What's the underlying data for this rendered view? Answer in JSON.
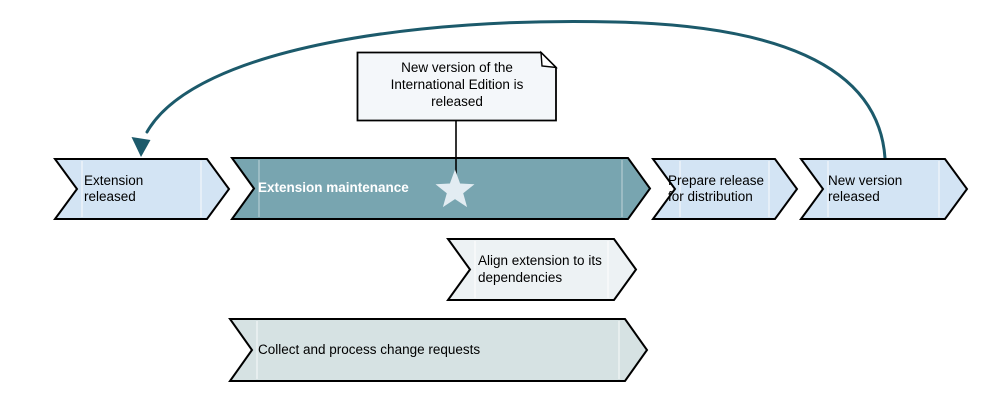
{
  "diagram": {
    "note": {
      "text": "New version of the International Edition is released"
    },
    "main_flow": [
      {
        "label": "Extension released"
      },
      {
        "label": "Extension maintenance",
        "highlighted": true,
        "milestone": "star"
      },
      {
        "label": "Prepare release for distribution"
      },
      {
        "label": "New version released"
      }
    ],
    "sub_flows": [
      {
        "label": "Align extension to its dependencies"
      },
      {
        "label": "Collect and process change requests"
      }
    ],
    "colors": {
      "event_fill": "#d3e4f4",
      "active_step_fill": "#78a5b0",
      "sub_step_fill": "#edf2f4",
      "collect_step_fill": "#d6e2e3",
      "note_fill": "#f4f7fa",
      "loop_arrow": "#1c5a6b",
      "star_fill": "#e2ecf2",
      "border": "#000000"
    }
  }
}
